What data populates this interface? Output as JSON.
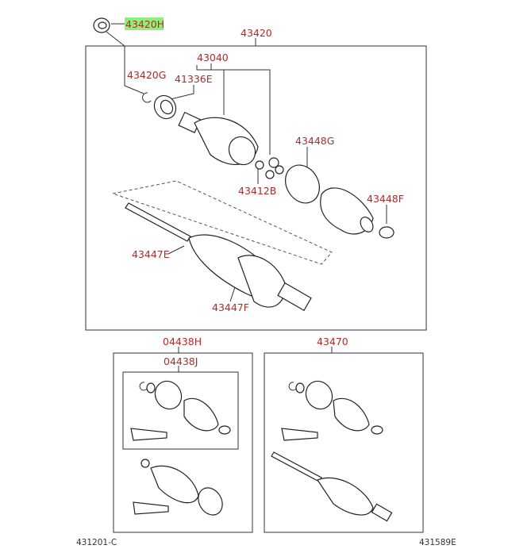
{
  "diagram": {
    "highlight_color": "#8ef07a",
    "label_color": "#b02a2a",
    "labels": {
      "seal": "43420H",
      "shaft_assy": "43420",
      "outer_joint": "43040",
      "snap_ring": "43420G",
      "ring": "41336E",
      "boot_clamp_g": "43448G",
      "ring_b": "43412B",
      "boot_clamp_f": "43448F",
      "boot_e": "43447E",
      "boot_f": "43447F",
      "boot_kit_h": "04438H",
      "boot_kit_j": "04438J",
      "shaft_kit": "43470"
    },
    "ref_codes": {
      "left": "431201-C",
      "right": "431589E"
    }
  }
}
